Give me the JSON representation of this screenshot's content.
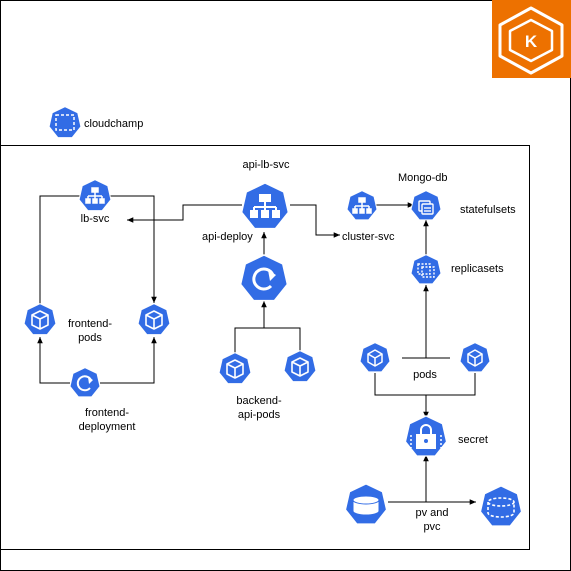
{
  "colors": {
    "k8s_blue": "#326ce5",
    "k8s_blue_dark": "#1a4fb5",
    "aws_orange": "#ed7100",
    "line": "#000000",
    "icon_white": "#ffffff"
  },
  "eks_logo": {
    "icon": "kubernetes-eks-icon",
    "letter": "K"
  },
  "cloud": {
    "label": "cloudchamp",
    "icon": "namespace-icon"
  },
  "nodes": {
    "lb_svc": {
      "label": "lb-svc",
      "icon": "service-icon"
    },
    "frontend_pods": {
      "label": "frontend-\npods",
      "icon": "pod-icon"
    },
    "frontend_deployment": {
      "label": "frontend-\ndeployment",
      "icon": "deployment-icon"
    },
    "api_lb_svc": {
      "label": "api-lb-svc",
      "icon": "service-icon"
    },
    "api_deploy": {
      "label": "api-deploy",
      "icon": "deployment-icon"
    },
    "backend_api_pods": {
      "label": "backend-\napi-pods",
      "icon": "pod-icon"
    },
    "cluster_svc": {
      "label": "cluster-svc",
      "icon": "service-icon"
    },
    "mongo_db": {
      "label": "Mongo-db",
      "icon": "statefulset-icon"
    },
    "statefulsets": {
      "label": "statefulsets"
    },
    "replicasets": {
      "label": "replicasets",
      "icon": "replicaset-icon"
    },
    "pods": {
      "label": "pods",
      "icon": "pod-icon"
    },
    "secret": {
      "label": "secret",
      "icon": "secret-icon"
    },
    "pv_and_pvc": {
      "label": "pv and\npvc",
      "icons": [
        "persistent-volume-icon",
        "persistent-volume-claim-icon"
      ]
    }
  }
}
